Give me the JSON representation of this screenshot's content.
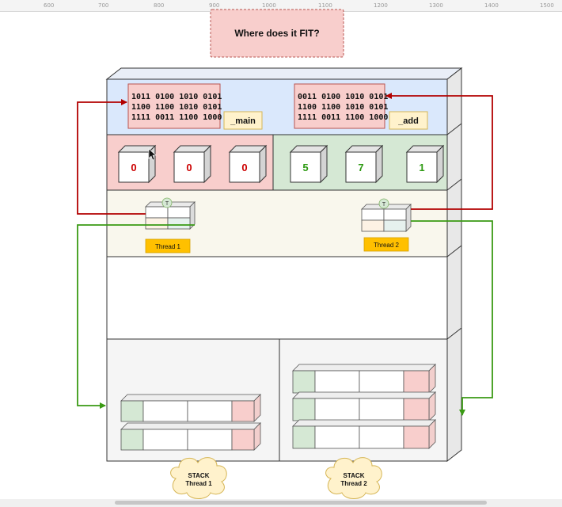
{
  "ruler": {
    "ticks": [
      "600",
      "700",
      "800",
      "900",
      "1000",
      "1100",
      "1200",
      "1300",
      "1400",
      "1500"
    ]
  },
  "title": "Where does it FIT?",
  "code": {
    "main": {
      "lines": [
        "1011 0100 1010 0101",
        "1100 1100 1010 0101",
        "1111 0011 1100 1000"
      ],
      "label": "_main"
    },
    "add": {
      "lines": [
        "0011 0100 1010 0101",
        "1100 1100 1010 0101",
        "1111 0011 1100 1000"
      ],
      "label": "_add"
    }
  },
  "globals": {
    "left": [
      "0",
      "0",
      "0"
    ],
    "right": [
      "5",
      "7",
      "1"
    ]
  },
  "threads": [
    {
      "badge": "T",
      "label": "Thread 1"
    },
    {
      "badge": "T",
      "label": "Thread 2"
    }
  ],
  "stacks": [
    {
      "line1": "STACK",
      "line2": "Thread 1"
    },
    {
      "line1": "STACK",
      "line2": "Thread 2"
    }
  ],
  "colors": {
    "title_fill": "#f8cecc",
    "title_stroke": "#b85450",
    "code_section": "#dae8fc",
    "code_box": "#f8cecc",
    "label_fill": "#fff2cc",
    "label_stroke": "#d6b656",
    "left_data": "#f8cecc",
    "right_data": "#d5e8d4",
    "thread_band": "#f9f7ed",
    "thread_label": "#ffc000",
    "stack_band": "#f5f5f5",
    "red_value": "#cc0000",
    "green_value": "#2d9a12",
    "red_arrow": "#b20000",
    "green_arrow": "#3a9a14"
  }
}
